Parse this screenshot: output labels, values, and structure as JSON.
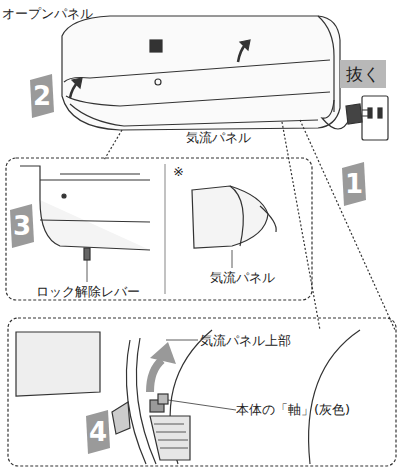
{
  "diagram": {
    "nodes": [
      {
        "text": [
          "抜く"
        ]
      }
    ],
    "labels": [
      "オープンパネル",
      "2",
      "気流パネル",
      "1",
      "3",
      "※",
      "ロック解除レバー",
      "気流パネル",
      "気流パネル上部",
      "本体の「軸」(灰色)",
      "4"
    ]
  }
}
